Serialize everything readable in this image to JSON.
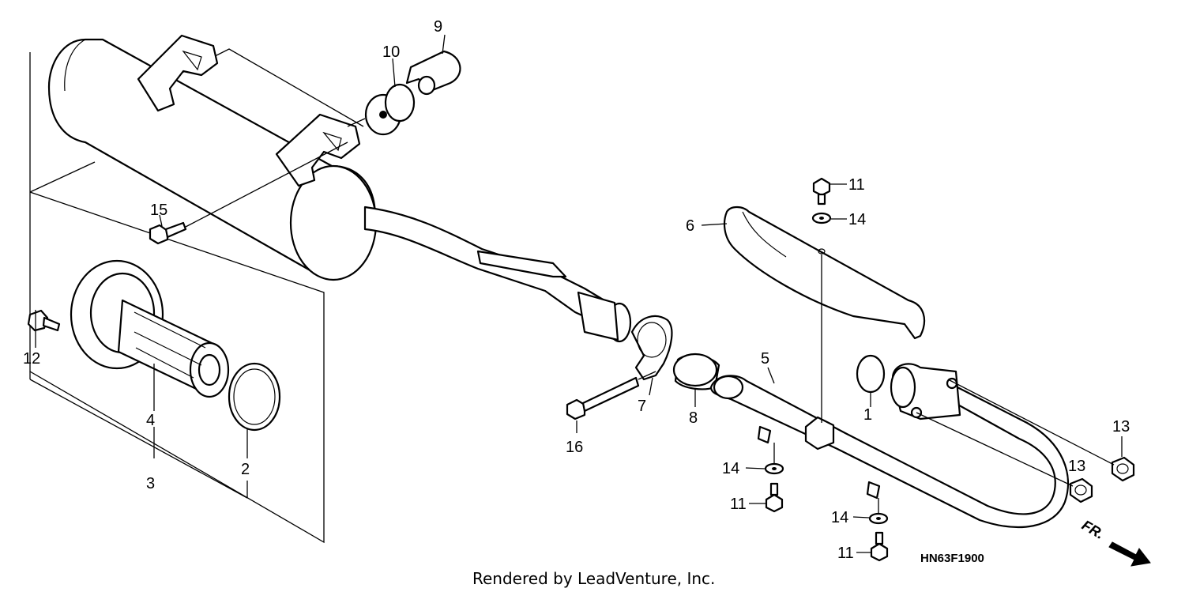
{
  "callouts": {
    "c1": "1",
    "c2": "2",
    "c3": "3",
    "c4": "4",
    "c5": "5",
    "c6": "6",
    "c7": "7",
    "c8": "8",
    "c9": "9",
    "c10": "10",
    "c11a": "11",
    "c11b": "11",
    "c11c": "11",
    "c12": "12",
    "c13a": "13",
    "c13b": "13",
    "c14a": "14",
    "c14b": "14",
    "c14c": "14",
    "c15": "15",
    "c16": "16"
  },
  "diagram_code": "HN63F1900",
  "direction_label": "FR.",
  "credit": "Rendered by LeadVenture, Inc."
}
